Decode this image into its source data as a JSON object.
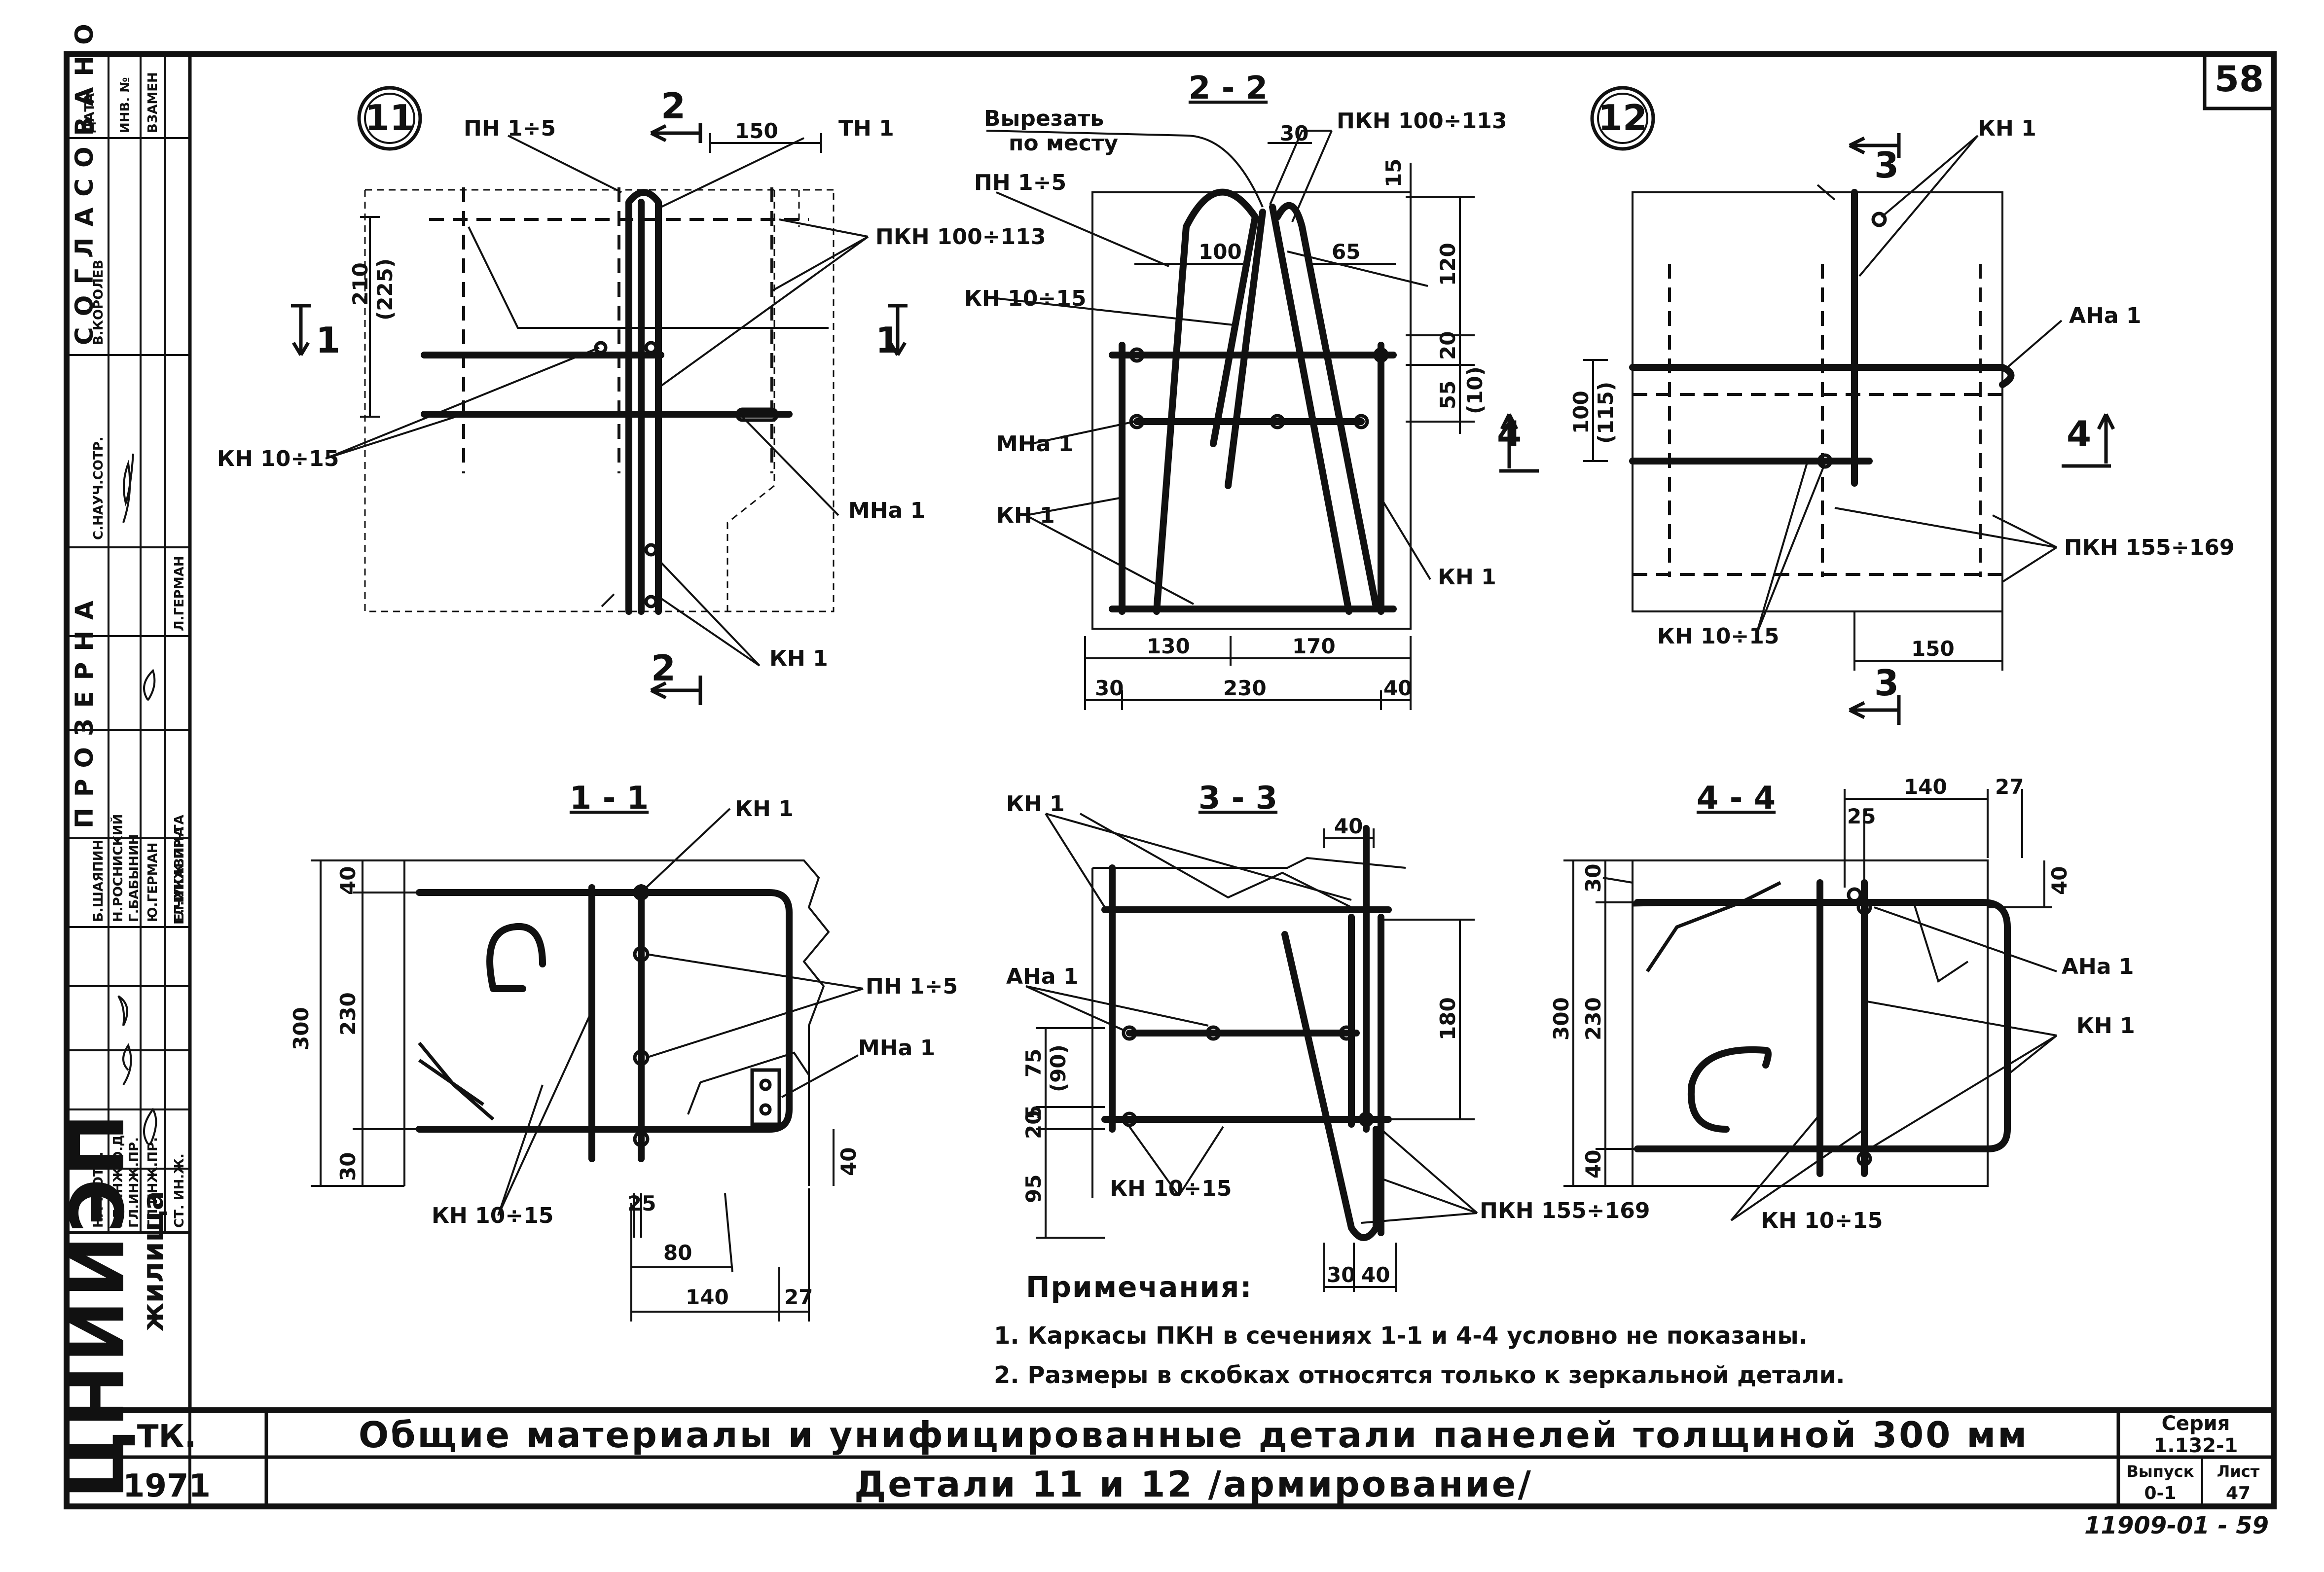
{
  "sheet": {
    "page_number": "58",
    "title_main": "Общие материалы и унифицированные детали панелей толщиной 300 мм",
    "title_sub": "Детали 11 и 12 /армирование/",
    "org_code": "ТК.",
    "year": "1971",
    "series_label": "Серия",
    "series_value": "1.132-1",
    "issue_label": "Выпуск",
    "issue_value": "0-1",
    "sheet_label": "Лист",
    "sheet_value": "47",
    "doc_number": "11909-01 - 59",
    "institute": "ЦНИИЭП",
    "institute_suffix": "жилища"
  },
  "stamp": {
    "approved_header": "СОГЛАСОВАНО",
    "design_header": "ПРОЗЕРНА",
    "date_label": "ДАТА",
    "inv_label": "ИНВ. №",
    "replace_label": "ВЗАМЕН",
    "rows_top": [
      {
        "role": "С.НАУЧ.СОТР.",
        "name": "В.КОРОЛЕВ"
      },
      {
        "role": "ГЛ.ИНЖ.ПР-ТА",
        "name": "Л.ГЕРМАН"
      }
    ],
    "rows_bottom": [
      {
        "role": "НАЧ. ОТД.",
        "name": "Б.ШАЯПИН"
      },
      {
        "role": "ГЛ.ИНЖ.О.Д.",
        "name": "Н.РОСНИСКИЙ"
      },
      {
        "role": "ГЛ.ИНЖ.ПР.",
        "name": "Г.БАБЫНИН"
      },
      {
        "role": "ГЛ.ИНЖ.ПР.",
        "name": "Ю.ГЕРМАН"
      },
      {
        "role": "СТ. ИН.Ж.",
        "name": "Е.ЧУКАВИНА"
      }
    ]
  },
  "notes": {
    "heading": "Примечания:",
    "items": [
      "1. Каркасы ПКН в сечениях 1-1 и 4-4 условно не показаны.",
      "2. Размеры в скобках относятся только к зеркальной детали."
    ]
  },
  "views": {
    "detail11": {
      "badge": "11",
      "labels": {
        "pn": "ПН 1÷5",
        "tn": "ТН 1",
        "pkn": "ПКН 100÷113",
        "kn1015": "КН 10÷15",
        "mna": "МНа 1",
        "kn": "КН 1"
      },
      "dims": {
        "d150": "150",
        "d210": "210",
        "d225": "(225)"
      },
      "cuts": {
        "c1": "1",
        "c2": "2"
      }
    },
    "section22": {
      "title": "2 - 2",
      "labels": {
        "cut": "Вырезать",
        "cut2": "по месту",
        "pkn": "ПКН 100÷113",
        "pn": "ПН 1÷5",
        "kn1015": "КН 10÷15",
        "mna": "МНа 1",
        "kn_left": "КН 1",
        "kn_right": "КН 1"
      },
      "dims": {
        "d30": "30",
        "d15": "15",
        "d100": "100",
        "d65": "65",
        "d120": "120",
        "d20": "20",
        "d55": "55",
        "d10": "(10)",
        "d130": "130",
        "d170": "170",
        "d230": "230",
        "d30b": "30",
        "d40": "40"
      },
      "cut": "4"
    },
    "detail12": {
      "badge": "12",
      "labels": {
        "kn": "КН 1",
        "ana": "АНа 1",
        "pkn": "ПКН 155÷169",
        "kn1015": "КН 10÷15"
      },
      "dims": {
        "d100": "100",
        "d115": "(115)",
        "d150": "150"
      },
      "cuts": {
        "c3": "3",
        "c4": "4"
      }
    },
    "section11": {
      "title": "1 - 1",
      "labels": {
        "kn": "КН 1",
        "pn": "ПН 1÷5",
        "mna": "МНа 1",
        "kn1015": "КН 10÷15"
      },
      "dims": {
        "d300": "300",
        "d40": "40",
        "d230": "230",
        "d30": "30",
        "d40b": "40",
        "d25": "25",
        "d80": "80",
        "d140": "140",
        "d27": "27"
      }
    },
    "section33": {
      "title": "3 - 3",
      "labels": {
        "kn": "КН 1",
        "ana": "АНа 1",
        "kn1015": "КН 10÷15",
        "pkn": "ПКН 155÷169"
      },
      "dims": {
        "d40": "40",
        "d180": "180",
        "d75": "75",
        "d90": "(90)",
        "d5": "5",
        "d20": "20",
        "d95": "95",
        "d30": "30",
        "d40b": "40"
      }
    },
    "section44": {
      "title": "4 - 4",
      "labels": {
        "ana": "АНа 1",
        "kn": "КН 1",
        "kn1015": "КН 10÷15"
      },
      "dims": {
        "d140": "140",
        "d27": "27",
        "d25": "25",
        "d40": "40",
        "d300": "300",
        "d30": "30",
        "d230": "230",
        "d40b": "40"
      }
    }
  }
}
